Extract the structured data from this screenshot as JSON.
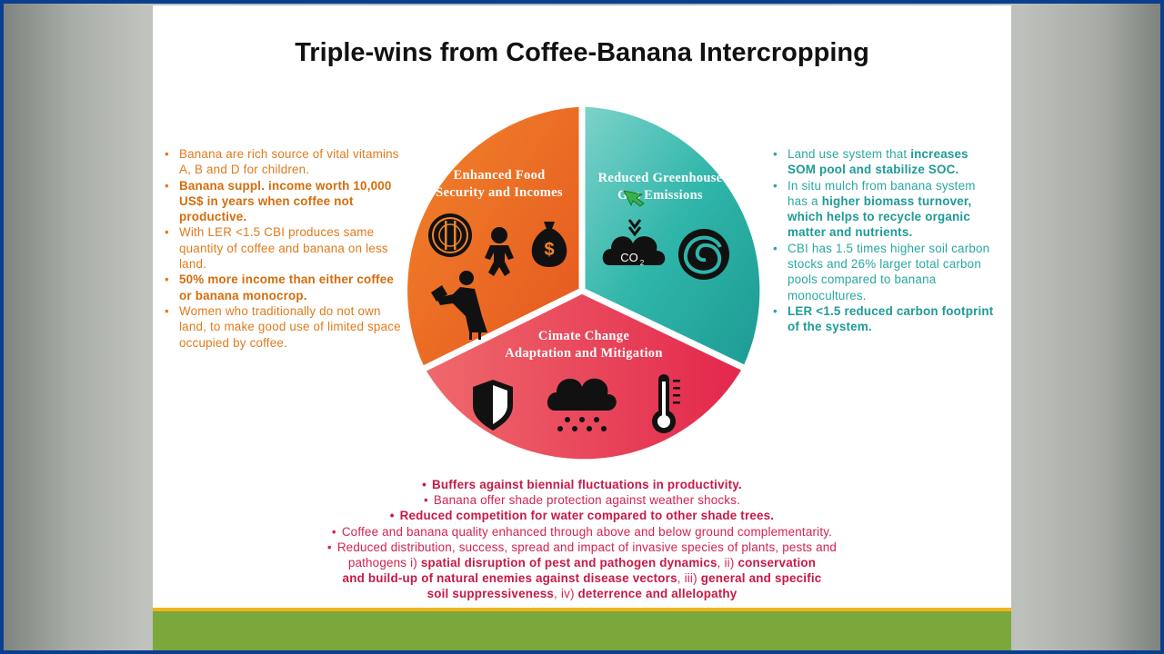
{
  "slide": {
    "title": "Triple-wins from Coffee-Banana Intercropping"
  },
  "segments": {
    "food": {
      "line1": "Enhanced Food",
      "line2": "Security and Incomes",
      "color": "#ea6d24"
    },
    "greenhouse": {
      "line1": "Reduced Greenhouse",
      "line2": "Gas Emissions",
      "co2_label": "CO",
      "co2_sub": "2",
      "color": "#2bb7a9"
    },
    "climate": {
      "line1": "Cimate Change",
      "line2": "Adaptation and Mitigation",
      "color": "#e8424f"
    }
  },
  "left_column": {
    "items": [
      {
        "text": "Banana are rich source of vital vitamins A, B and D for children."
      },
      {
        "bold": "Banana suppl. income worth 10,000 US$ in years when coffee not productive."
      },
      {
        "text": "With LER <1.5 CBI produces same quantity of coffee and banana on less land."
      },
      {
        "bold": "50% more income than either coffee or banana monocrop."
      },
      {
        "text": "Women who traditionally do not own land, to make good use of limited space occupied by coffee."
      }
    ]
  },
  "right_column": {
    "items": [
      {
        "pre": "Land use system that ",
        "bold": "increases SOM pool and stabilize SOC."
      },
      {
        "pre": "In situ mulch from banana system has a ",
        "bold": "higher biomass turnover, which helps to recycle organic matter and nutrients."
      },
      {
        "pre": "CBI has 1.5 times higher soil carbon stocks and 26% larger total carbon pools compared to banana monocultures",
        "post": "."
      },
      {
        "bold": "LER <1.5  reduced carbon footprint of the system."
      }
    ]
  },
  "bottom": {
    "l1": "Buffers against biennial fluctuations in productivity.",
    "l2": "Banana offer shade protection against weather shocks.",
    "l3": "Reduced competition for water compared to other shade trees.",
    "l4": "Coffee  and banana quality  enhanced through above and below ground complementarity.",
    "l5": "Reduced distribution, success, spread and impact of invasive species of plants, pests and",
    "l6a": "pathogens i) ",
    "l6b": "spatial disruption of pest and pathogen dynamics",
    "l6c": ", ii) ",
    "l6d": "conservation",
    "l7a": "and build-up of natural enemies against disease vectors",
    "l7b": ", iii) ",
    "l7c": "general and specific",
    "l8a": "soil suppressiveness",
    "l8b": ", iv) ",
    "l8c": "deterrence and allelopathy"
  },
  "bullet": "•"
}
